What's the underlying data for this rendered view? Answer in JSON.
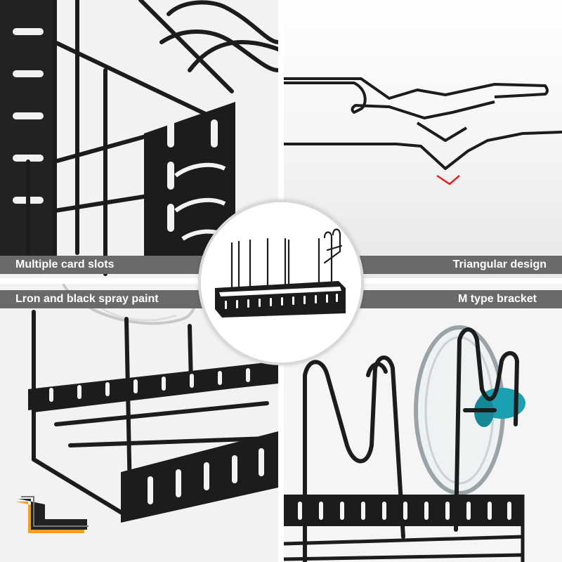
{
  "labels": {
    "card_slots": "Multiple card slots",
    "triangular": "Triangular design",
    "material": "Lron and black spray paint",
    "bracket": "M type bracket"
  },
  "colors": {
    "label_bar": "#6a6a6a",
    "label_text": "#ffffff",
    "metal": "#1c1c1c",
    "accent_red": "#e02020",
    "knob_teal": "#1aa0b0",
    "paint_orange": "#f0a020"
  }
}
